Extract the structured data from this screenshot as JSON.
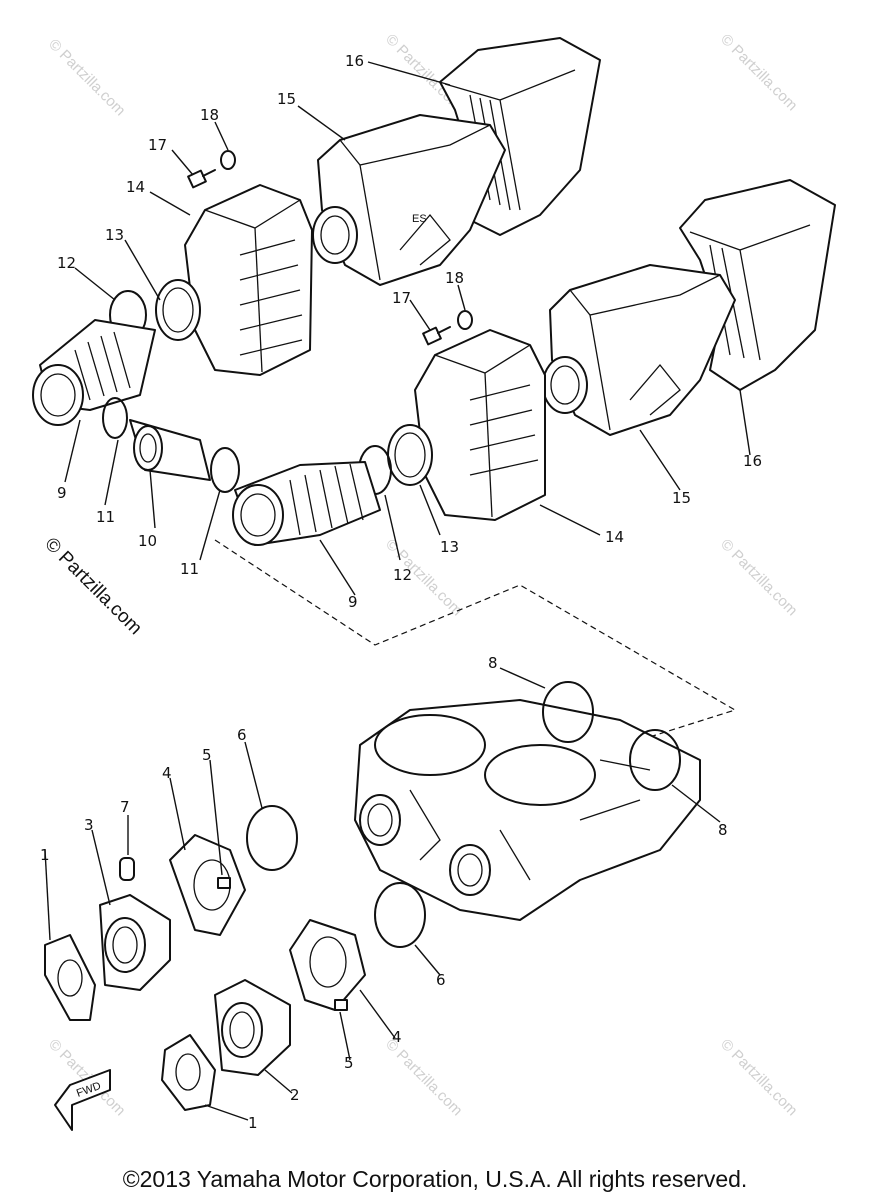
{
  "watermarks": {
    "faint": "© Partzilla.com",
    "side": "© Partzilla.com"
  },
  "footer": {
    "copyright": "©2013 Yamaha Motor Corporation, U.S.A. All rights reserved."
  },
  "fwd_label": "FWD",
  "callouts": {
    "c1a": "1",
    "c1b": "1",
    "c2": "2",
    "c3": "3",
    "c4a": "4",
    "c4b": "4",
    "c5a": "5",
    "c5b": "5",
    "c6a": "6",
    "c6b": "6",
    "c7": "7",
    "c8a": "8",
    "c8b": "8",
    "c9a": "9",
    "c9b": "9",
    "c10": "10",
    "c11a": "11",
    "c11b": "11",
    "c12a": "12",
    "c12b": "12",
    "c13a": "13",
    "c13b": "13",
    "c14a": "14",
    "c14b": "14",
    "c15a": "15",
    "c15b": "15",
    "c16a": "16",
    "c16b": "16",
    "c17a": "17",
    "c17b": "17",
    "c18a": "18",
    "c18b": "18"
  }
}
